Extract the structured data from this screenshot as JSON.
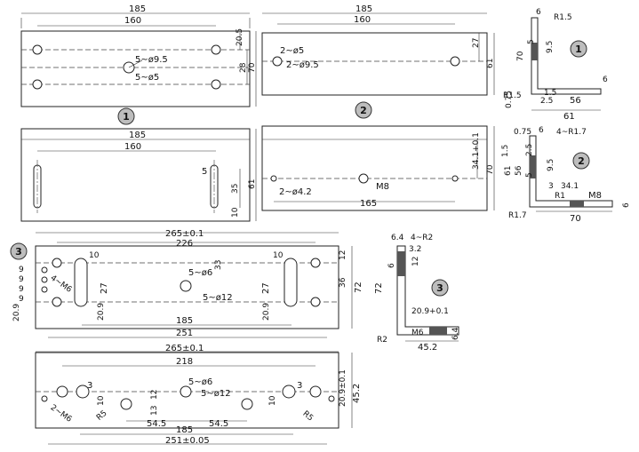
{
  "badges": {
    "one": "1",
    "two": "2",
    "three": "3"
  },
  "view1_front": {
    "overall_width": "185",
    "hole_pitch": "160",
    "height": "70",
    "hole_height": "28",
    "edge_offset": "20.5",
    "large_holes": "5~ø9.5",
    "small_holes": "5~ø5"
  },
  "view2_front": {
    "overall_width": "185",
    "hole_pitch": "160",
    "height": "61",
    "edge_offset": "27",
    "small_holes": "2~ø5",
    "large_holes": "2~ø9.5"
  },
  "view1_side": {
    "top_offset": "6",
    "corner_radius": "R1.5",
    "height": "70",
    "slot": "5",
    "slot_dia": "9.5",
    "bottom_radius": "R1.5",
    "thickness_a": "1.5",
    "thickness_b": "0.75",
    "gap": "2.5",
    "depth": "56",
    "total_depth": "61",
    "flange": "6"
  },
  "view1_back": {
    "overall_width": "185",
    "hole_pitch": "160",
    "slot_width": "5",
    "slot_length": "35",
    "bottom_offset": "10",
    "height": "61"
  },
  "view2_back": {
    "thread_holes": "2~ø4.2",
    "thread": "M8",
    "pitch": "165",
    "height": "70",
    "offset": "34.1+0.1"
  },
  "view2_side": {
    "lip": "0.75",
    "top": "6",
    "radii": "4~R1.7",
    "h1": "1.5",
    "h2": "2.5",
    "h3": "61",
    "h4": "56",
    "h5": "5",
    "slot": "9.5",
    "gap": "3",
    "inner": "34.1",
    "r_inner": "R1",
    "thread": "M8",
    "bottom_radius": "R1.7",
    "width": "70",
    "flange": "6"
  },
  "view3_front": {
    "overall": "265±0.1",
    "pitch": "226",
    "left_holes": "9",
    "thread": "M6",
    "thread_prefix": "4~",
    "vert_a": "20.9",
    "slot_w": "10",
    "slot_h": "27",
    "center_holes_a": "5~ø6",
    "center_holes_b": "5~ø12",
    "center_v": "33",
    "right_slot_w": "10",
    "right_slot_h": "27",
    "right_v": "20.9",
    "right_top": "12",
    "right_mid": "36",
    "right_total": "72",
    "inner": "185",
    "outer": "251"
  },
  "view3_side": {
    "top_w": "6.4",
    "radii": "4~R2",
    "r1": "3.2",
    "r2": "12",
    "lip": "6",
    "height": "72",
    "inner": "20.9+0.1",
    "thread": "M6",
    "bottom_radius": "R2",
    "width": "45.2",
    "flange": "6.4"
  },
  "view3_bottom": {
    "overall": "265±0.1",
    "pitch": "218",
    "slot_r": "3",
    "slot_h": "10",
    "thread": "M6",
    "thread_prefix": "2~",
    "r5": "R5",
    "center_holes_a": "5~ø6",
    "center_holes_b": "5~ø12",
    "v12": "12",
    "v13": "13",
    "s1": "54.5",
    "s2": "54.5",
    "right_slot_r": "3",
    "right_slot_h": "10",
    "right_r5": "R5",
    "side_v": "20.9±0.1",
    "height": "45.2",
    "inner": "185",
    "outer": "251±0.05"
  }
}
